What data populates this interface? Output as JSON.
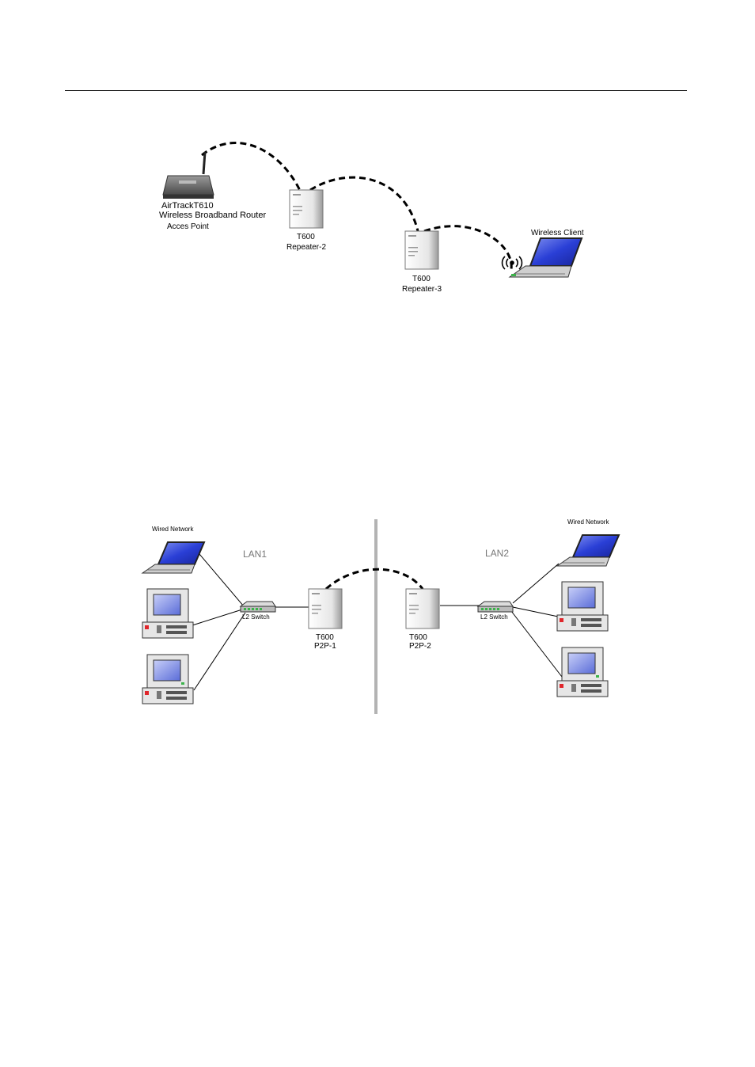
{
  "diagram_top": {
    "router": {
      "name": "AirTrackT610",
      "subtitle": "Wireless Broadband Router",
      "role": "Acces Point"
    },
    "repeater2": {
      "model": "T600",
      "role": "Repeater-2"
    },
    "repeater3": {
      "model": "T600",
      "role": "Repeater-3"
    },
    "client": {
      "label": "Wireless Client"
    }
  },
  "diagram_bottom": {
    "lan1": {
      "title": "LAN1",
      "wired_network": "Wired Network",
      "switch": "L2 Switch",
      "ap_model": "T600",
      "ap_role": "P2P-1"
    },
    "lan2": {
      "title": "LAN2",
      "wired_network": "Wired Network",
      "switch": "L2 Switch",
      "ap_model": "T600",
      "ap_role": "P2P-2"
    }
  },
  "colors": {
    "screen": "#2a3fd6",
    "device_body": "#f2f2f2",
    "divider": "#b3b3b3",
    "led_green": "#3cb34a",
    "led_red": "#e0262b"
  }
}
